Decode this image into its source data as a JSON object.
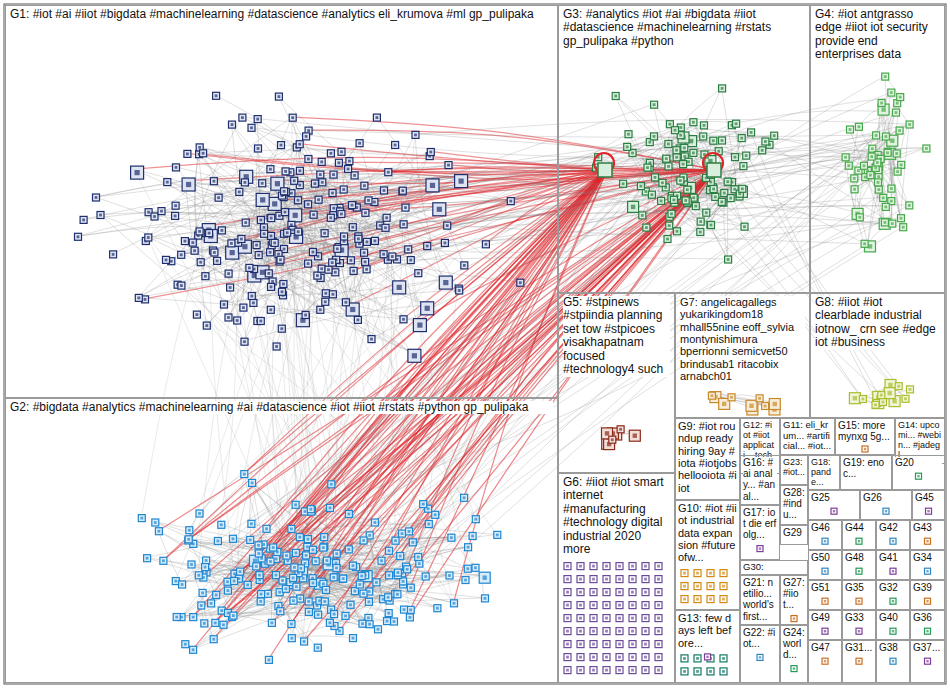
{
  "diagram": {
    "nodes": [
      {
        "text": [
          "G1: #iot #ai #iiot #bigdata #machinelearning #datascience #analytics eli_krumova #ml gp_pulipaka"
        ]
      },
      {
        "text": [
          "G2: #bigdata #analytics #machinelearning #ai #datascience #iot #iiot #rstats #python gp_pulipaka"
        ]
      },
      {
        "text": [
          "G3: #analytics #iot #ai #bigdata #iiot #datascience #machinelearning #rstats gp_pulipaka #python"
        ]
      },
      {
        "text": [
          "G4: #iot antgrasso edge #iiot iot security provide end enterprises data"
        ]
      },
      {
        "text": [
          "G5: #stpinews #stpiindia planning set tow #stpicoes visakhapatnam focused #technology4 such"
        ]
      },
      {
        "text": [
          "G6: #iiot #iot smart internet #manufacturing #technology digital industrial 2020 more"
        ]
      },
      {
        "text": [
          "G7: angelicagallegs yukarikingdom18 mhall55nine eoff_sylvia montynishimura bperrionni semicvet50 brindusab1 ritacobix arnabch01"
        ]
      },
      {
        "text": [
          "G8: #iiot #iot clearblade industrial iotnow_ crn see #edge iot #business"
        ]
      },
      {
        "text": [
          "G9: #iot roundup ready hiring 9ay #iota #iotjobs hellooiota #iiot"
        ]
      },
      {
        "text": [
          "G10: #iot #iiot industrial data expansion #futureofw..."
        ]
      },
      {
        "text": [
          "G11: eli_krum... #artificial... #iot..."
        ]
      },
      {
        "text": [
          "G12: #iot #iiot applicati... technat..."
        ]
      },
      {
        "text": [
          "G13: few days left before..."
        ]
      },
      {
        "text": [
          "G14: upcomi... #webin... #jadegl..."
        ]
      },
      {
        "text": [
          "G15: more mynxg 5g..."
        ]
      },
      {
        "text": [
          "G16: #ai analy... #anal..."
        ]
      },
      {
        "text": [
          "G17: iot die erfolg..."
        ]
      },
      {
        "text": [
          "G18: pande..."
        ]
      },
      {
        "text": [
          "G19: enoc..."
        ]
      },
      {
        "text": [
          "G20"
        ]
      },
      {
        "text": [
          "G21: netilio... world's first..."
        ]
      },
      {
        "text": [
          "G22: #iot..."
        ]
      },
      {
        "text": [
          "G23: #iot..."
        ]
      },
      {
        "text": [
          "G24: world..."
        ]
      },
      {
        "text": [
          "G25"
        ]
      },
      {
        "text": [
          "G26"
        ]
      },
      {
        "text": [
          "G27: #iiot..."
        ]
      },
      {
        "text": [
          "G28: #indu..."
        ]
      },
      {
        "text": [
          "G29"
        ]
      },
      {
        "text": [
          "G30:"
        ]
      },
      {
        "text": [
          "G31..."
        ]
      },
      {
        "text": [
          "G32"
        ]
      },
      {
        "text": [
          "G33"
        ]
      },
      {
        "text": [
          "G34"
        ]
      },
      {
        "text": [
          "G35"
        ]
      },
      {
        "text": [
          "G36"
        ]
      },
      {
        "text": [
          "G37..."
        ]
      },
      {
        "text": [
          "G38"
        ]
      },
      {
        "text": [
          "G39"
        ]
      },
      {
        "text": [
          "G40"
        ]
      },
      {
        "text": [
          "G41"
        ]
      },
      {
        "text": [
          "G42"
        ]
      },
      {
        "text": [
          "G43"
        ]
      },
      {
        "text": [
          "G44"
        ]
      },
      {
        "text": [
          "G45"
        ]
      },
      {
        "text": [
          "G46"
        ]
      },
      {
        "text": [
          "G47"
        ]
      },
      {
        "text": [
          "G48"
        ]
      },
      {
        "text": [
          "G49"
        ]
      },
      {
        "text": [
          "G50"
        ]
      },
      {
        "text": [
          "G51"
        ]
      }
    ]
  }
}
